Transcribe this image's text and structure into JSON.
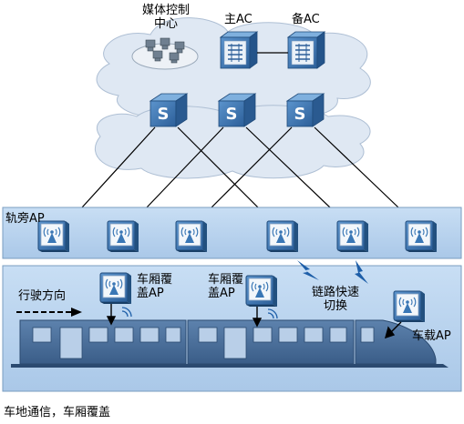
{
  "nodes": {
    "media_center": "媒体控制\n中心",
    "main_ac": "主AC",
    "backup_ac": "备AC"
  },
  "zones": {
    "trackside": "轨旁AP",
    "carriage_ap_left": "车厢覆\n盖AP",
    "carriage_ap_right": "车厢覆\n盖AP",
    "direction": "行驶方向",
    "fast_switch": "链路快速\n切换",
    "vehicle_ap": "车载AP"
  },
  "caption": "车地通信，车厢覆盖",
  "icons": {
    "switch": "S",
    "controller": "ac-controller-icon",
    "antenna": "wireless-ap-icon"
  },
  "colors": {
    "band": "#b8d3ee",
    "band_border": "#7a9dc0",
    "device_blue": "#3a77b5",
    "cloud": "#dde6f2",
    "train": "#4b6f9c"
  }
}
